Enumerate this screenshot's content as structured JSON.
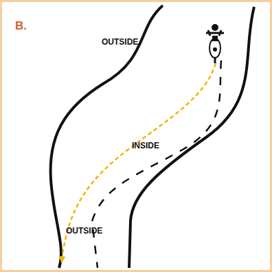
{
  "diagram": {
    "labels": [
      "B.",
      "OUTSIDE",
      "INSIDE",
      "OUTSIDE"
    ]
  }
}
